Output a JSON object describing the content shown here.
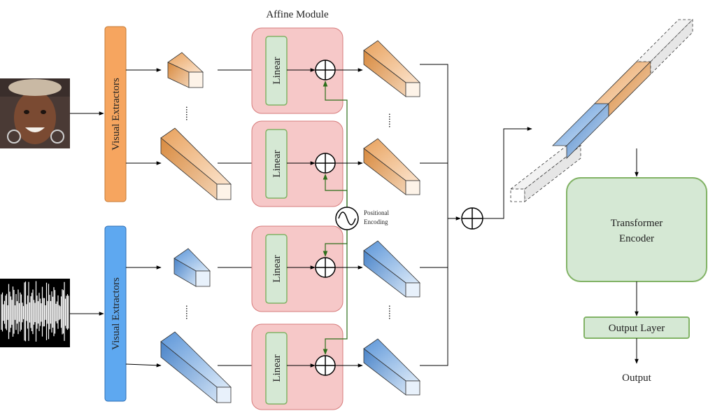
{
  "diagram": {
    "module_title": "Affine Module",
    "visual_extractor_label": "Visual Extractors",
    "linear_label": "Linear",
    "positional_encoding_label": [
      "Positional",
      "Encoding"
    ],
    "transformer_label": [
      "Transformer",
      "Encoder"
    ],
    "output_layer_label": "Output Layer",
    "output_label": "Output",
    "ellipsis": "......",
    "colors": {
      "orange_extractor": "#f6a55f",
      "blue_extractor": "#5ea8f0",
      "affine_box": "#f6c8c8",
      "affine_border": "#d77c7c",
      "linear_fill": "#d5e8d4",
      "linear_border": "#82b366",
      "transformer_fill": "#d5e8d4",
      "transformer_border": "#82b366",
      "green_line": "#2d6e1a"
    }
  }
}
